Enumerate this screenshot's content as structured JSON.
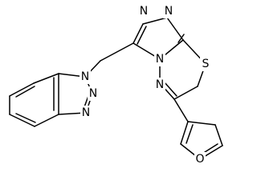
{
  "molecule": {
    "atoms": [
      {
        "id": "n1_bzt",
        "symbol": "N"
      },
      {
        "id": "n2_bzt",
        "symbol": "N"
      },
      {
        "id": "n3_bzt",
        "symbol": "N"
      },
      {
        "id": "n1_trz",
        "symbol": "N"
      },
      {
        "id": "n2_trz",
        "symbol": "N"
      },
      {
        "id": "n4_trz",
        "symbol": "N"
      },
      {
        "id": "n_tdz",
        "symbol": "N"
      },
      {
        "id": "s_tdz",
        "symbol": "S"
      },
      {
        "id": "o_fur",
        "symbol": "O"
      }
    ]
  }
}
